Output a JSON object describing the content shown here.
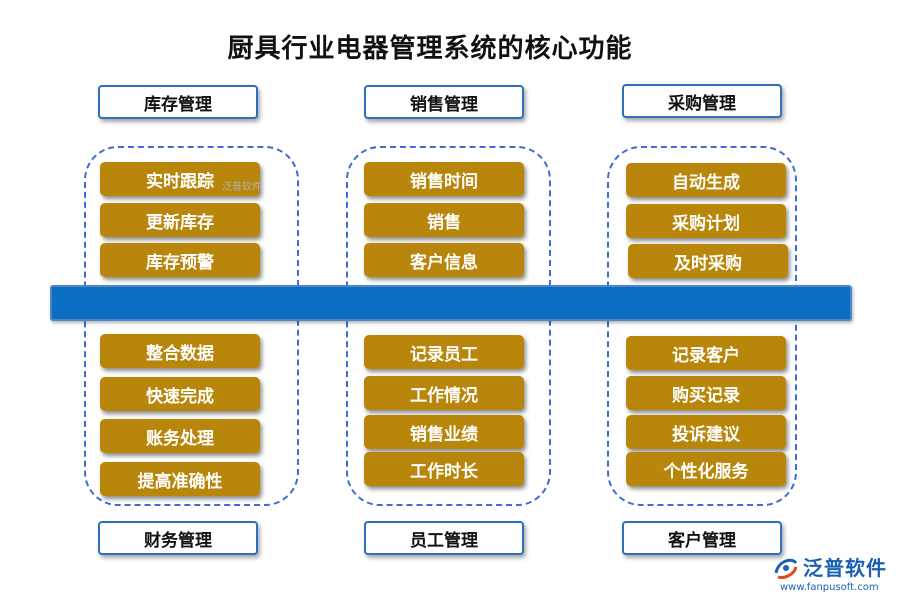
{
  "title": "厨具行业电器管理系统的核心功能",
  "top_headers": [
    "库存管理",
    "销售管理",
    "采购管理"
  ],
  "bottom_headers": [
    "财务管理",
    "员工管理",
    "客户管理"
  ],
  "columns": [
    {
      "top_items": [
        "实时跟踪",
        "更新库存",
        "库存预警"
      ],
      "bottom_items": [
        "整合数据",
        "快速完成",
        "账务处理",
        "提高准确性"
      ]
    },
    {
      "top_items": [
        "销售时间",
        "销售",
        "客户信息"
      ],
      "bottom_items": [
        "记录员工",
        "工作情况",
        "销售业绩",
        "工作时长"
      ]
    },
    {
      "top_items": [
        "自动生成",
        "采购计划",
        "及时采购"
      ],
      "bottom_items": [
        "记录客户",
        "购买记录",
        "投诉建议",
        "个性化服务"
      ]
    }
  ],
  "watermark": "泛普软件",
  "logo": {
    "name": "泛普软件",
    "url": "www.fanpusoft.com"
  },
  "colors": {
    "item_fill": "#b8860b",
    "band": "#0b6ec2",
    "dashed_border": "#3e6bd6",
    "header_border": "#2e6fc0"
  }
}
